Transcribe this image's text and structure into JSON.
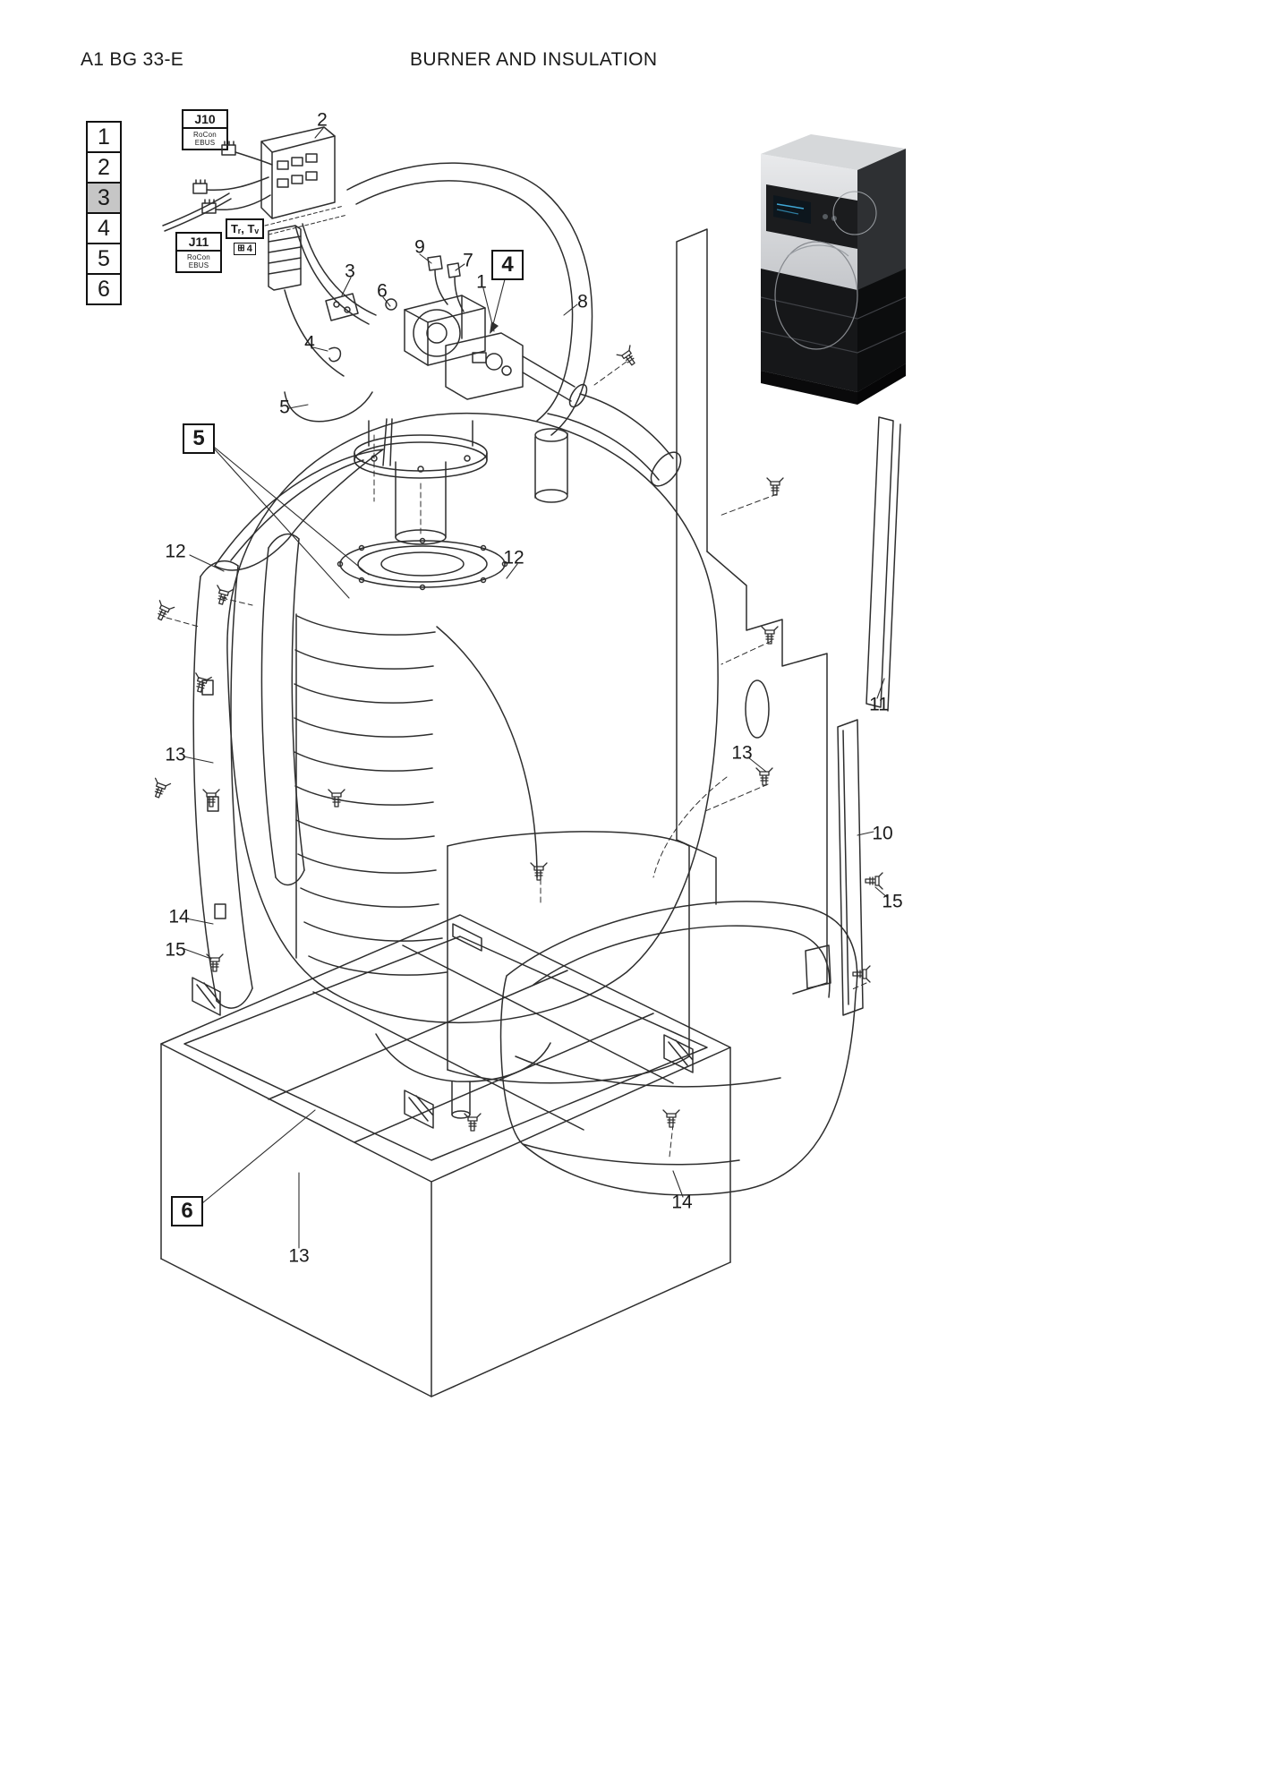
{
  "page": {
    "doc_code": "A1 BG 33-E",
    "title": "BURNER AND INSULATION"
  },
  "legend": {
    "highlighted": "3",
    "items": [
      {
        "n": "1"
      },
      {
        "n": "2"
      },
      {
        "n": "3"
      },
      {
        "n": "4"
      },
      {
        "n": "5"
      },
      {
        "n": "6"
      }
    ]
  },
  "connectors": {
    "j10": {
      "name": "J10",
      "bus": "RoCon EBUS"
    },
    "j11": {
      "name": "J11",
      "bus": "RoCon EBUS"
    }
  },
  "sensor_label": {
    "text": "Tᵣ, Tᵥ",
    "ref": "4"
  },
  "icons": {
    "connector_grid": "⊞"
  },
  "boxed_callouts": [
    {
      "n": "4"
    },
    {
      "n": "5"
    },
    {
      "n": "6"
    }
  ],
  "part_labels": [
    {
      "id": "control-board",
      "n": "2"
    },
    {
      "id": "sensor-top",
      "n": "9"
    },
    {
      "id": "sensor-front",
      "n": "7"
    },
    {
      "id": "gas-valve",
      "n": "1"
    },
    {
      "id": "flex-hose",
      "n": "8"
    },
    {
      "id": "bracket",
      "n": "3"
    },
    {
      "id": "sight-glass",
      "n": "6"
    },
    {
      "id": "clip",
      "n": "4"
    },
    {
      "id": "cable-loop",
      "n": "5"
    },
    {
      "id": "insulation-cap-left",
      "n": "12"
    },
    {
      "id": "insulation-cap-center",
      "n": "12"
    },
    {
      "id": "rear-panel-strip",
      "n": "11"
    },
    {
      "id": "insulation-shell-left",
      "n": "13"
    },
    {
      "id": "insulation-shell-right",
      "n": "13"
    },
    {
      "id": "side-panel",
      "n": "10"
    },
    {
      "id": "screw-right",
      "n": "15"
    },
    {
      "id": "insulation-lower-left",
      "n": "14"
    },
    {
      "id": "screw-left",
      "n": "15"
    },
    {
      "id": "insulation-lower-right",
      "n": "14"
    },
    {
      "id": "base-frame",
      "n": "13"
    }
  ],
  "colors": {
    "line": "#2e2e2e",
    "legend_highlight": "#c6c6c6",
    "photo_dark": "#161719",
    "photo_light": "#d6d8da"
  }
}
